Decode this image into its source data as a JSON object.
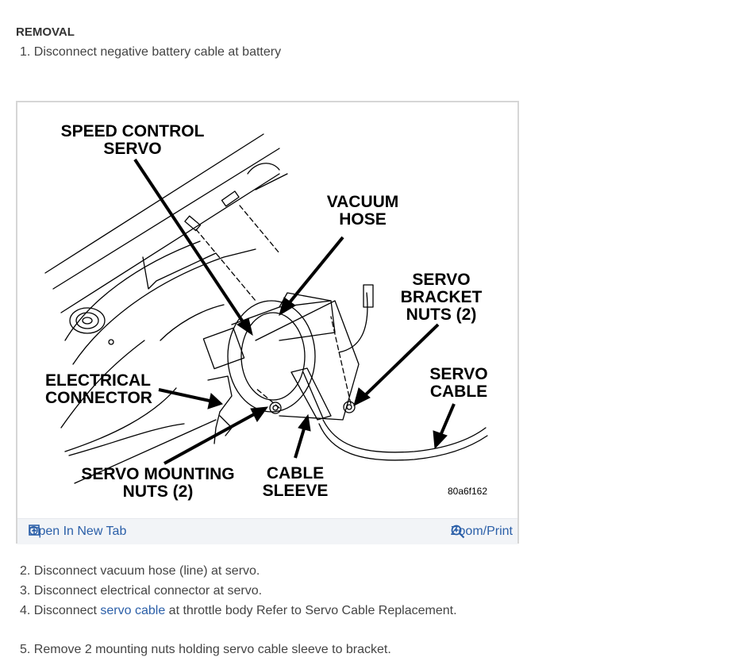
{
  "heading": "REMOVAL",
  "steps": {
    "s1": "1. Disconnect negative battery cable at battery",
    "s2": "2. Disconnect vacuum hose (line) at servo.",
    "s3": "3. Disconnect electrical connector at servo.",
    "s4": {
      "prefix": "4. Disconnect ",
      "link": "servo cable",
      "suffix": " at throttle body Refer to Servo Cable Replacement."
    },
    "s5": "5. Remove 2 mounting nuts holding servo cable sleeve to bracket."
  },
  "figure": {
    "labels": {
      "speed_control_1": "SPEED CONTROL",
      "speed_control_2": "SERVO",
      "vacuum_1": "VACUUM",
      "vacuum_2": "HOSE",
      "bracket_1": "SERVO",
      "bracket_2": "BRACKET",
      "bracket_3": "NUTS (2)",
      "cable_1": "SERVO",
      "cable_2": "CABLE",
      "electrical_1": "ELECTRICAL",
      "electrical_2": "CONNECTOR",
      "mounting_1": "SERVO MOUNTING",
      "mounting_2": "NUTS (2)",
      "sleeve_1": "CABLE",
      "sleeve_2": "SLEEVE",
      "code": "80a6f162"
    },
    "open_label": "Open In New Tab",
    "zoom_label": "Zoom/Print",
    "icons": {
      "open": "open-in-new-tab-icon",
      "zoom": "zoom-icon"
    },
    "link_color": "#2b5fa8"
  }
}
